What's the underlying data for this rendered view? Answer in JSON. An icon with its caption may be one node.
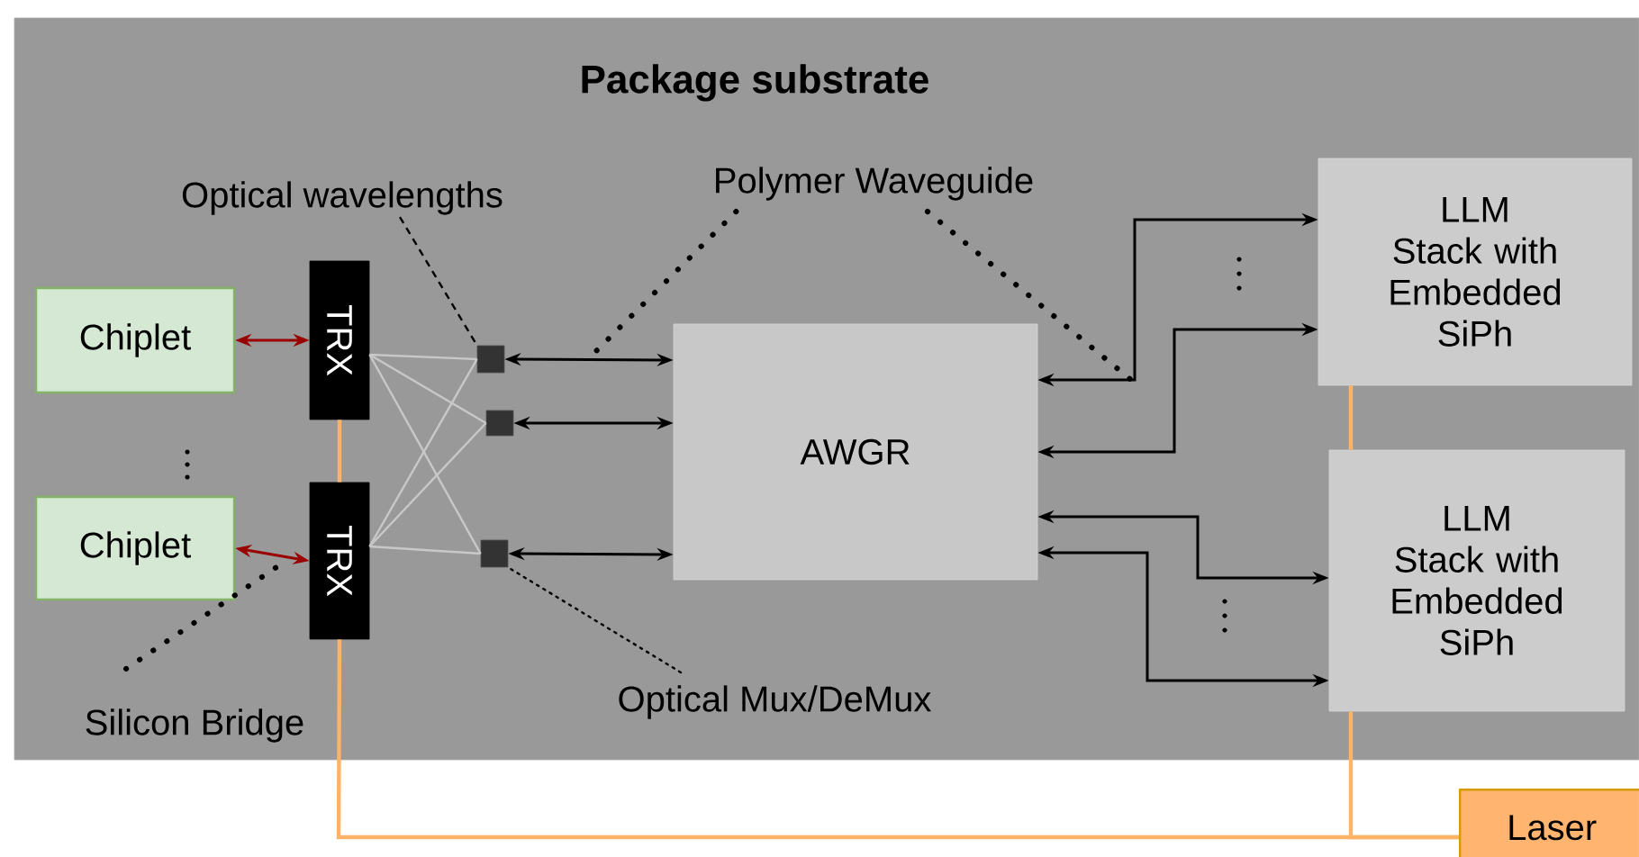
{
  "diagram": {
    "nodes": [
      {
        "text": [
          "Package substrate"
        ]
      },
      {
        "text": [
          "Chiplet"
        ],
        "in": 0
      },
      {
        "text": [
          "Chiplet"
        ],
        "in": 0
      },
      {
        "text": [
          "TRX"
        ],
        "in": 0
      },
      {
        "text": [
          "TRX"
        ],
        "in": 0
      },
      {
        "text": [],
        "shape": "box",
        "in": 0
      },
      {
        "text": [],
        "shape": "box",
        "in": 0
      },
      {
        "text": [],
        "shape": "box",
        "in": 0
      },
      {
        "text": [
          "AWGR"
        ],
        "in": 0
      },
      {
        "text": [
          "LLM Stack with Embedded SiPh"
        ],
        "in": 0
      },
      {
        "text": [
          "LLM Stack with Embedded SiPh"
        ],
        "in": 0
      },
      {
        "text": [
          "Laser"
        ]
      },
      {
        "text": [
          "Optical wavelengths"
        ],
        "in": 0
      },
      {
        "text": [
          "Polymer Waveguide"
        ],
        "in": 0
      },
      {
        "text": [
          "Optical Mux/DeMux"
        ],
        "in": 0
      },
      {
        "text": [
          "Silicon Bridge"
        ],
        "in": 0
      }
    ],
    "edges": [
      {
        "from": 1,
        "to": 3,
        "arrow": "both",
        "color": "#990000"
      },
      {
        "from": 2,
        "to": 4,
        "arrow": "both",
        "color": "#990000"
      },
      {
        "from": 3,
        "to": 5,
        "arrow": "none",
        "color": "#c8c8c8"
      },
      {
        "from": 3,
        "to": 6,
        "arrow": "none",
        "color": "#c8c8c8"
      },
      {
        "from": 3,
        "to": 7,
        "arrow": "none",
        "color": "#c8c8c8"
      },
      {
        "from": 4,
        "to": 5,
        "arrow": "none",
        "color": "#c8c8c8"
      },
      {
        "from": 4,
        "to": 6,
        "arrow": "none",
        "color": "#c8c8c8"
      },
      {
        "from": 4,
        "to": 7,
        "arrow": "none",
        "color": "#c8c8c8"
      },
      {
        "from": 5,
        "to": 8,
        "arrow": "both"
      },
      {
        "from": 6,
        "to": 8,
        "arrow": "both"
      },
      {
        "from": 7,
        "to": 8,
        "arrow": "both"
      },
      {
        "from": 8,
        "to": 9,
        "arrow": "both"
      },
      {
        "from": 8,
        "to": 9,
        "arrow": "both"
      },
      {
        "from": 8,
        "to": 10,
        "arrow": "both"
      },
      {
        "from": 8,
        "to": 10,
        "arrow": "both"
      },
      {
        "from": 3,
        "to": 4,
        "arrow": "none",
        "color": "#ffb366"
      },
      {
        "from": 4,
        "to": 11,
        "arrow": "none",
        "color": "#ffb366"
      },
      {
        "from": 9,
        "to": 10,
        "arrow": "none",
        "color": "#ffb366"
      },
      {
        "from": 10,
        "to": 11,
        "arrow": "none",
        "color": "#ffb366"
      },
      {
        "from": 12,
        "to": 5,
        "arrow": "none",
        "style": "dashed"
      },
      {
        "from": 13,
        "to": null,
        "arrow": "none",
        "style": "dashed"
      },
      {
        "from": 13,
        "to": null,
        "arrow": "none",
        "style": "dashed"
      },
      {
        "from": 14,
        "to": 7,
        "arrow": "none",
        "style": "dashed"
      },
      {
        "from": 15,
        "to": null,
        "arrow": "none",
        "style": "dashed"
      }
    ]
  }
}
